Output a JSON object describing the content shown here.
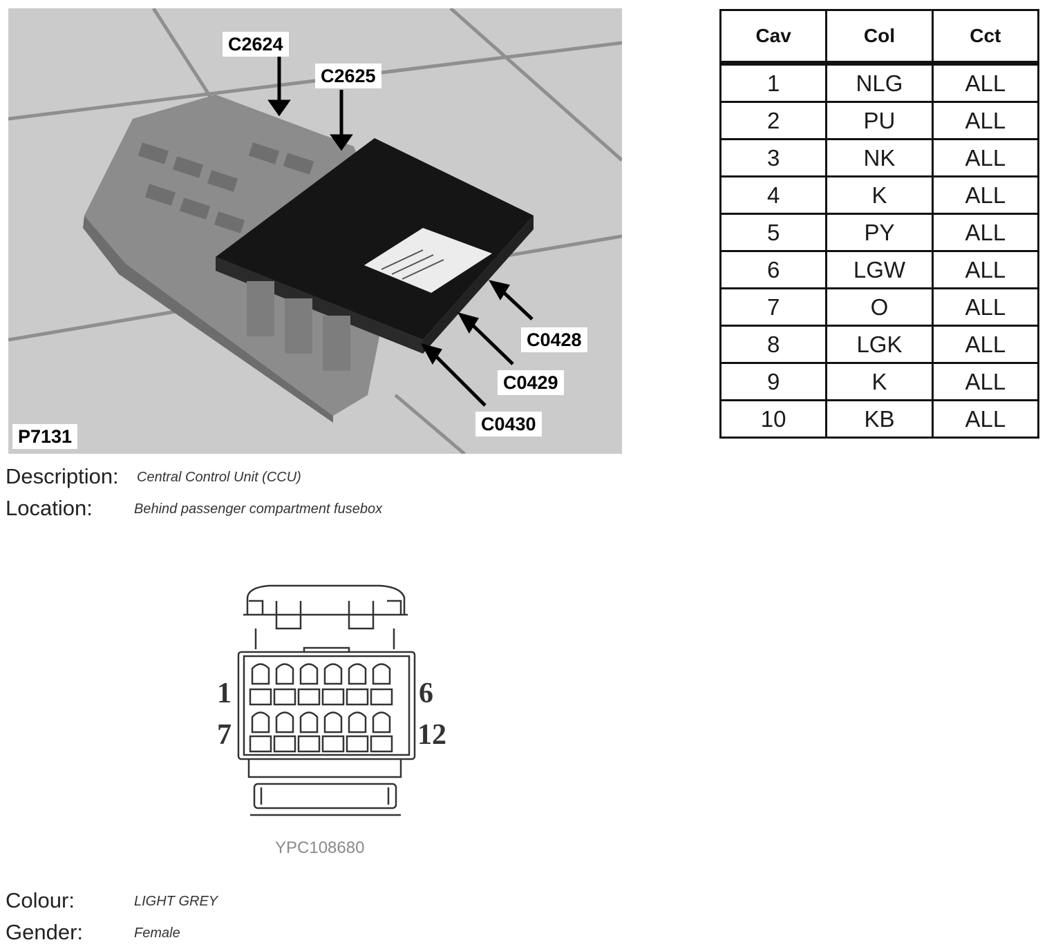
{
  "photo": {
    "reference": "P7131",
    "callouts": [
      "C2624",
      "C2625",
      "C0428",
      "C0429",
      "C0430"
    ]
  },
  "description": {
    "label": "Description:",
    "value": "Central Control Unit (CCU)"
  },
  "location": {
    "label": "Location:",
    "value": "Behind passenger compartment fusebox"
  },
  "table": {
    "headers": [
      "Cav",
      "Col",
      "Cct"
    ],
    "rows": [
      [
        "1",
        "NLG",
        "ALL"
      ],
      [
        "2",
        "PU",
        "ALL"
      ],
      [
        "3",
        "NK",
        "ALL"
      ],
      [
        "4",
        "K",
        "ALL"
      ],
      [
        "5",
        "PY",
        "ALL"
      ],
      [
        "6",
        "LGW",
        "ALL"
      ],
      [
        "7",
        "O",
        "ALL"
      ],
      [
        "8",
        "LGK",
        "ALL"
      ],
      [
        "9",
        "K",
        "ALL"
      ],
      [
        "10",
        "KB",
        "ALL"
      ]
    ]
  },
  "connector": {
    "pin_labels": {
      "top_left": "1",
      "top_right": "6",
      "bottom_left": "7",
      "bottom_right": "12"
    },
    "part_number": "YPC108680"
  },
  "colour": {
    "label": "Colour:",
    "value": "LIGHT GREY"
  },
  "gender": {
    "label": "Gender:",
    "value": "Female"
  }
}
